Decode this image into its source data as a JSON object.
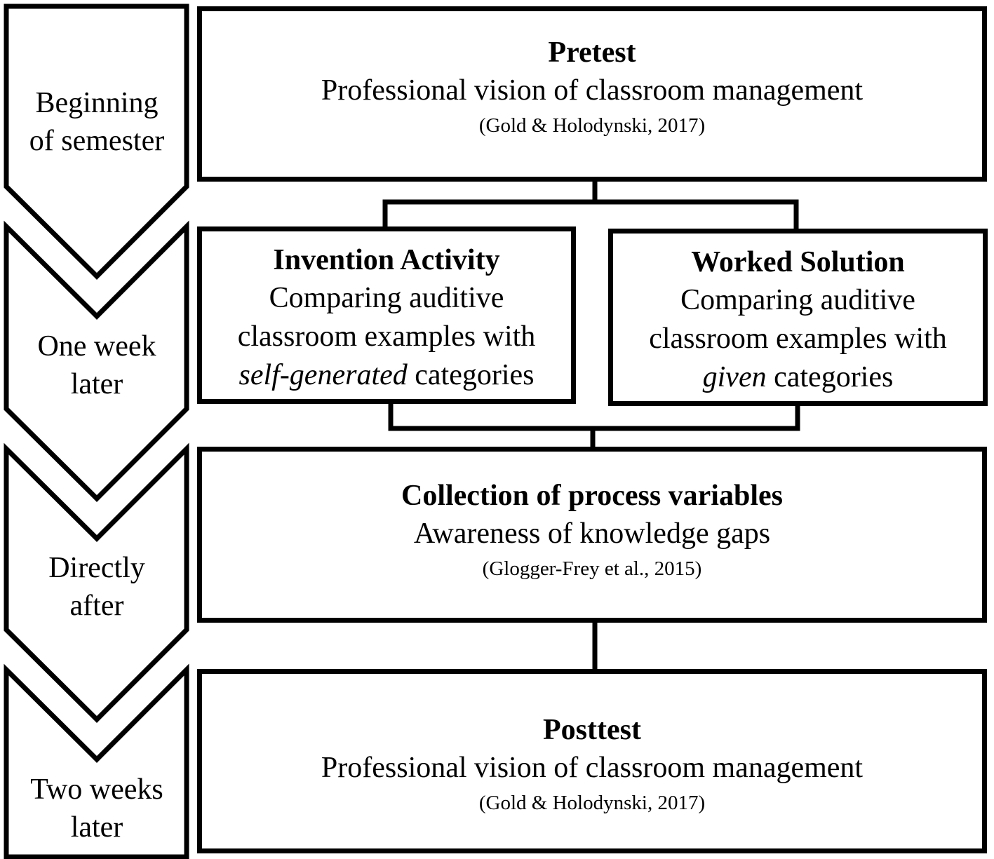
{
  "timeline": {
    "steps": [
      {
        "line1": "Beginning",
        "line2": "of semester"
      },
      {
        "line1": "One week",
        "line2": "later"
      },
      {
        "line1": "Directly",
        "line2": "after"
      },
      {
        "line1": "Two weeks",
        "line2": "later"
      }
    ]
  },
  "boxes": {
    "pretest": {
      "title": "Pretest",
      "description": "Professional vision of classroom management",
      "citation": "(Gold & Holodynski, 2017)"
    },
    "invention": {
      "title": "Invention Activity",
      "line1": "Comparing auditive",
      "line2": "classroom examples with",
      "emphasis": "self-generated",
      "line3_rest": " categories"
    },
    "worked": {
      "title": "Worked Solution",
      "line1": "Comparing auditive",
      "line2": "classroom examples with",
      "emphasis": "given",
      "line3_rest": " categories"
    },
    "collection": {
      "title": "Collection of process variables",
      "description": "Awareness of knowledge gaps",
      "citation": "(Glogger-Frey et al., 2015)"
    },
    "posttest": {
      "title": "Posttest",
      "description": "Professional vision of classroom management",
      "citation": "(Gold & Holodynski, 2017)"
    }
  },
  "colors": {
    "stroke": "#000000",
    "background": "#ffffff"
  }
}
